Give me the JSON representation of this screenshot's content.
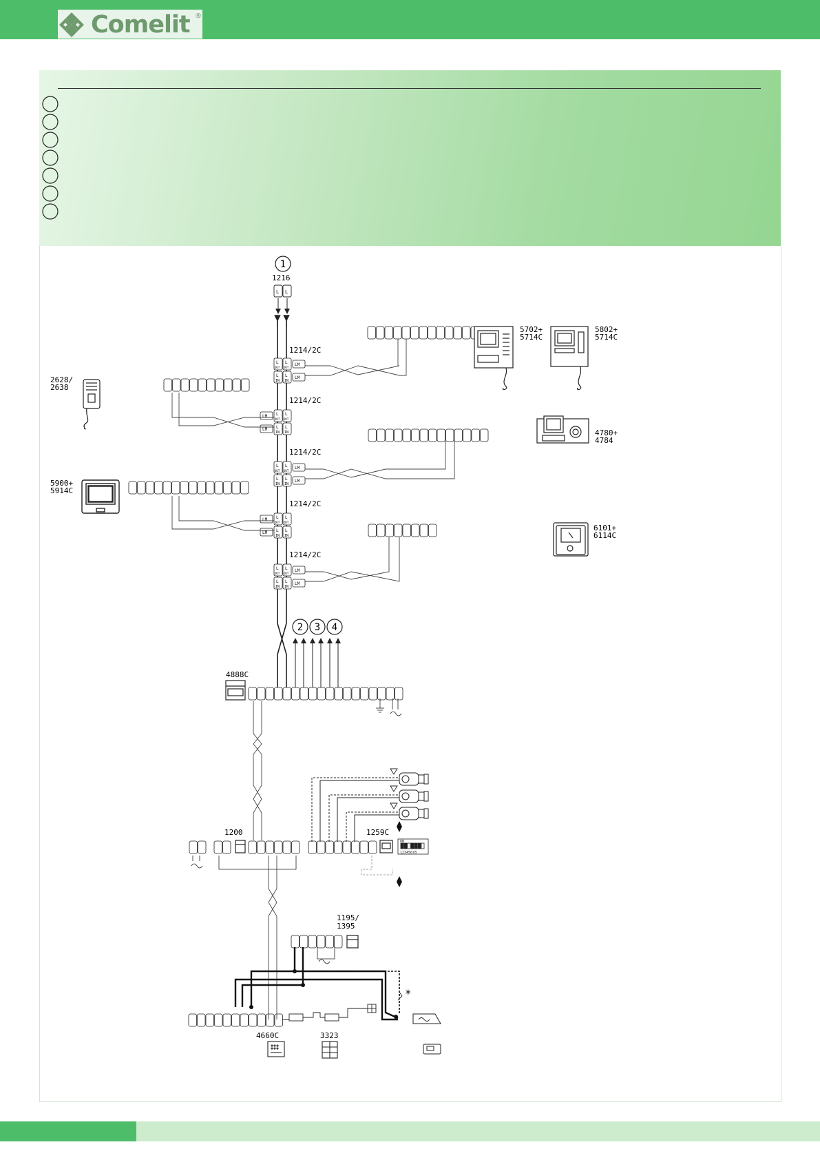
{
  "header": {
    "brand": "Comelit",
    "registered_mark": "®"
  },
  "legend": {
    "markers": [
      "",
      "",
      "",
      "",
      "",
      "",
      ""
    ]
  },
  "diagram": {
    "top_marker": "1",
    "bus_markers": [
      "2",
      "3",
      "4"
    ],
    "labels": {
      "m1216": "1216",
      "m1214_a": "1214/2C",
      "m1214_b": "1214/2C",
      "m1214_c": "1214/2C",
      "m1214_d": "1214/2C",
      "m1214_e": "1214/2C",
      "m2628": "2628/",
      "m2638": "2638",
      "m5702": "5702+",
      "m5714a": "5714C",
      "m5802": "5802+",
      "m5714b": "5714C",
      "m4780": "4780+",
      "m4784": "4784",
      "m5900": "5900+",
      "m5914": "5914C",
      "m6101": "6101+",
      "m6114": "6114C",
      "m4888": "4888C",
      "m1200": "1200",
      "m1259": "1259C",
      "m1195": "1195/",
      "m1395": "1395",
      "m4660": "4660C",
      "m3323": "3323",
      "star": "*"
    }
  }
}
